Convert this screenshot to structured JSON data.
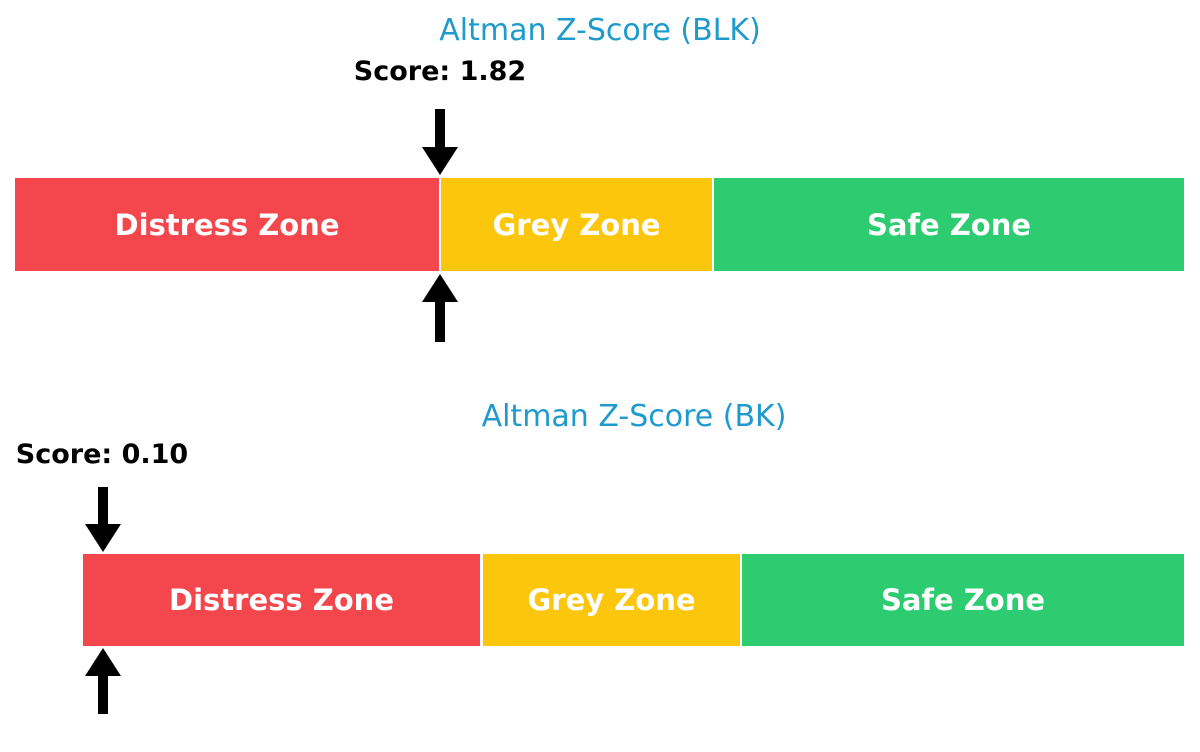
{
  "chart_data": [
    {
      "type": "bar",
      "title": "Altman Z-Score (BLK)",
      "score": 1.82,
      "score_label": "Score: 1.82",
      "axis_range": [
        0,
        5
      ],
      "legend_position": "none",
      "grid": false,
      "marker": "black down-arrow above bar and up-arrow below bar at score position",
      "title_color": "#1f9acd",
      "score_label_color": "#000000",
      "zones": [
        {
          "label": "Distress Zone",
          "range": [
            0,
            1.81
          ],
          "color": "#f4474d",
          "text_color": "#ffffff"
        },
        {
          "label": "Grey Zone",
          "range": [
            1.81,
            2.99
          ],
          "color": "#fcc60d",
          "text_color": "#ffffff"
        },
        {
          "label": "Safe Zone",
          "range": [
            2.99,
            5.0
          ],
          "color": "#2ecc71",
          "text_color": "#ffffff"
        }
      ]
    },
    {
      "type": "bar",
      "title": "Altman Z-Score (BK)",
      "score": 0.1,
      "score_label": "Score: 0.10",
      "axis_range": [
        0,
        5
      ],
      "legend_position": "none",
      "grid": false,
      "marker": "black down-arrow above bar and up-arrow below bar at score position",
      "title_color": "#1f9acd",
      "score_label_color": "#000000",
      "zones": [
        {
          "label": "Distress Zone",
          "range": [
            0,
            1.81
          ],
          "color": "#f4474d",
          "text_color": "#ffffff"
        },
        {
          "label": "Grey Zone",
          "range": [
            1.81,
            2.99
          ],
          "color": "#fcc60d",
          "text_color": "#ffffff"
        },
        {
          "label": "Safe Zone",
          "range": [
            2.99,
            5.0
          ],
          "color": "#2ecc71",
          "text_color": "#ffffff"
        }
      ]
    }
  ]
}
